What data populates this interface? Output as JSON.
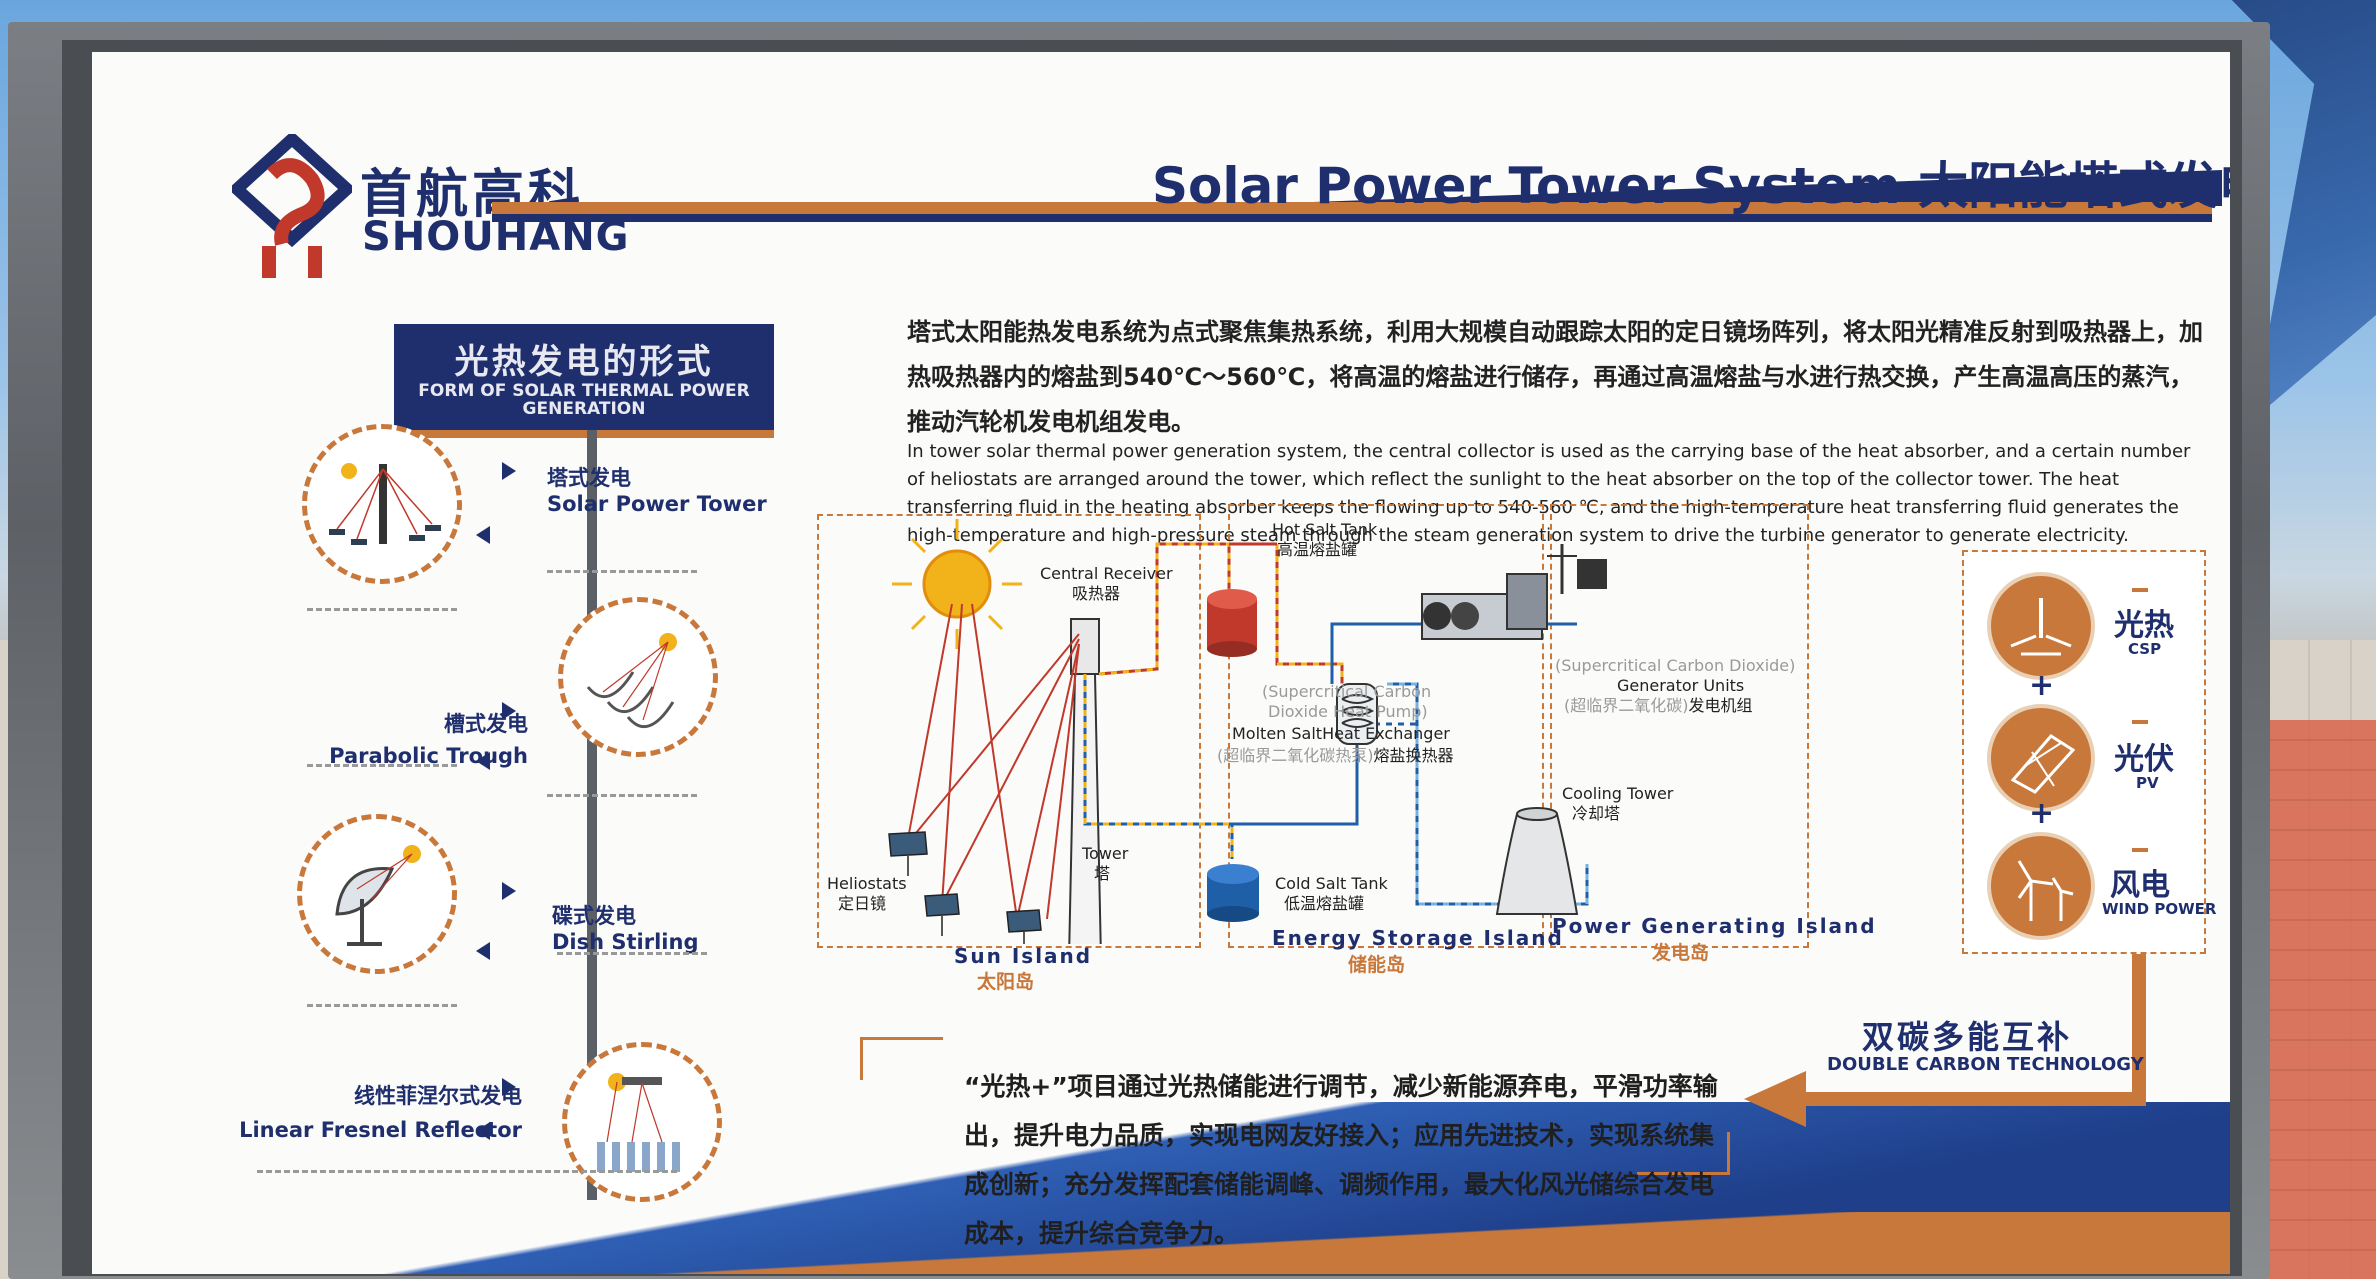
{
  "brand": {
    "name_cn": "首航高科",
    "name_en": "SHOUHANG"
  },
  "title": "Solar Power Tower System 太阳能塔式发电系统",
  "left_panel": {
    "heading_cn": "光热发电的形式",
    "heading_en": "FORM OF SOLAR THERMAL POWER GENERATION",
    "items": [
      {
        "label_cn": "塔式发电",
        "label_en": "Solar Power Tower"
      },
      {
        "label_cn": "槽式发电",
        "label_en": "Parabolic Trough"
      },
      {
        "label_cn": "碟式发电",
        "label_en": "Dish Stirling"
      },
      {
        "label_cn": "线性菲涅尔式发电",
        "label_en": "Linear Fresnel Reflector"
      }
    ]
  },
  "description": {
    "cn": "塔式太阳能热发电系统为点式聚焦集热系统，利用大规模自动跟踪太阳的定日镜场阵列，将太阳光精准反射到吸热器上，加热吸热器内的熔盐到540℃～560℃，将高温的熔盐进行储存，再通过高温熔盐与水进行热交换，产生高温高压的蒸汽，推动汽轮机发电机组发电。",
    "en": "In tower solar thermal power generation system, the central collector is used as the carrying base of the heat absorber, and a certain number of heliostats are arranged around the tower, which reflect the sunlight to the heat absorber on the top of the collector tower. The heat transferring fluid in the heating absorber keeps the flowing up to 540-560 ℃, and the high-temperature heat transferring fluid generates the high-temperature and high-pressure steam through the steam generation system to drive the turbine generator to generate electricity."
  },
  "diagram": {
    "central_receiver": {
      "en": "Central Receiver",
      "cn": "吸热器"
    },
    "tower": {
      "en": "Tower",
      "cn": "塔"
    },
    "heliostats": {
      "en": "Heliostats",
      "cn": "定日镜"
    },
    "hot_salt_tank": {
      "en": "Hot Salt Tank",
      "cn": "高温熔盐罐"
    },
    "cold_salt_tank": {
      "en": "Cold Salt Tank",
      "cn": "低温熔盐罐"
    },
    "heat_pump": {
      "en_1": "(Supercritical Carbon",
      "en_2": "Dioxide Heat Pump)"
    },
    "exchanger": {
      "en": "Molten SaltHeat  Exchanger",
      "cn_grey": "(超临界二氧化碳热泵)",
      "cn": "熔盐换热器"
    },
    "generator": {
      "en_grey": "(Supercritical Carbon Dioxide)",
      "en": "Generator Units",
      "cn_grey": "(超临界二氧化碳)",
      "cn": "发电机组"
    },
    "cooling_tower": {
      "en": "Cooling Tower",
      "cn": "冷却塔"
    },
    "islands": [
      {
        "en": "Sun Island",
        "cn": "太阳岛"
      },
      {
        "en": "Energy Storage Island",
        "cn": "储能岛"
      },
      {
        "en": "Power Generating Island",
        "cn": "发电岛"
      }
    ]
  },
  "power_sources": [
    {
      "cn": "光热",
      "en": "CSP"
    },
    {
      "cn": "光伏",
      "en": "PV"
    },
    {
      "cn": "风电",
      "en": "WIND POWER"
    }
  ],
  "plus_sign": "+",
  "double_carbon": {
    "cn": "双碳多能互补",
    "en": "DOUBLE CARBON TECHNOLOGY"
  },
  "bottom_text": "“光热+”项目通过光热储能进行调节，减少新能源弃电，平滑功率输出，提升电力品质，实现电网友好接入；应用先进技术，实现系统集成创新；充分发挥配套储能调峰、调频作用，最大化风光储综合发电成本，提升综合竞争力。",
  "colors": {
    "navy": "#1f2f6e",
    "orange": "#c8783a",
    "sun": "#f2b21a",
    "hot_tank": "#c0392b",
    "cold_tank": "#1e5fa8"
  }
}
